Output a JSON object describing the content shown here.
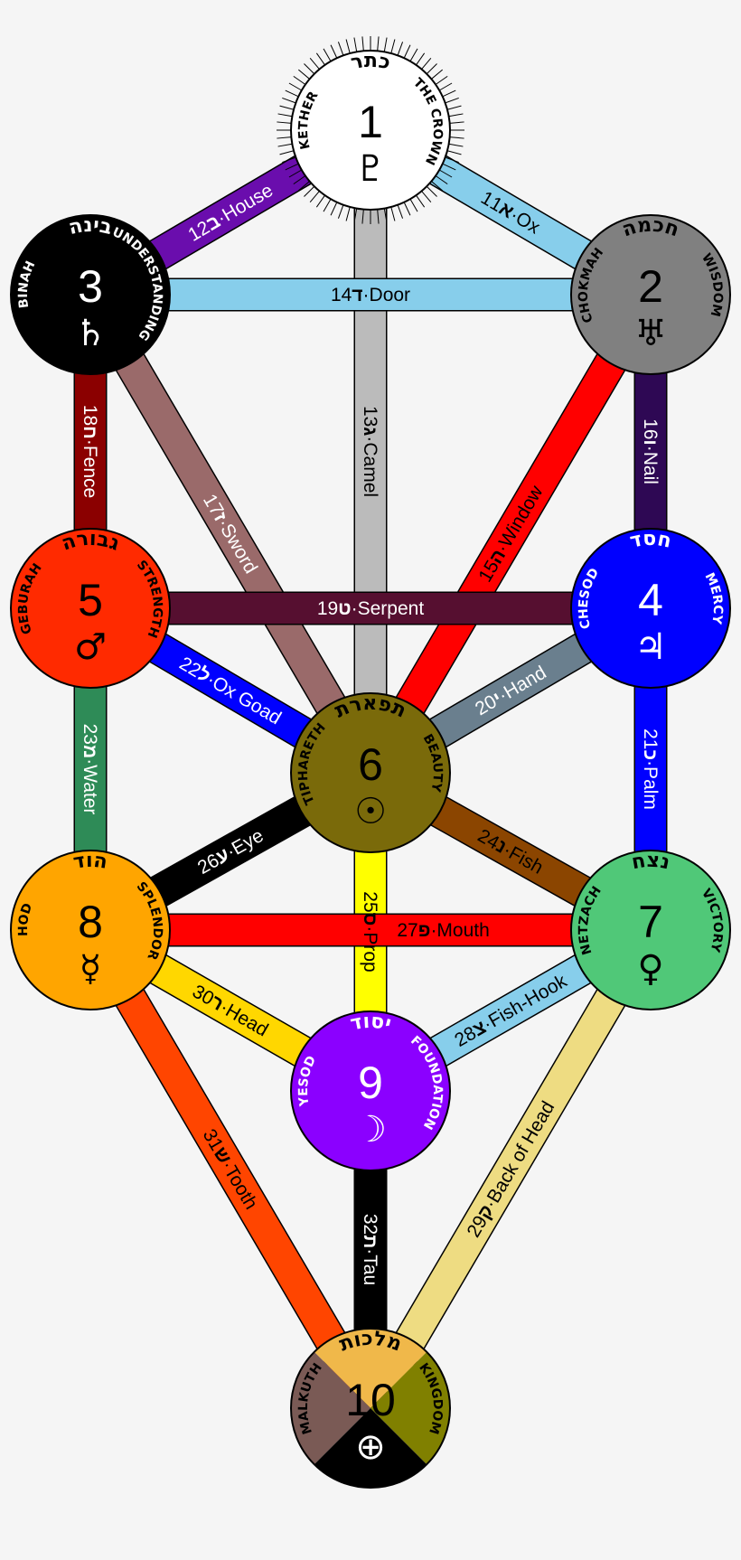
{
  "background": "#f5f5f5",
  "nodes": [
    {
      "number": "1",
      "name": "KETHER",
      "title": "THE CROWN",
      "hebrew": "כתר",
      "symbol": "♇",
      "color": "#ffffff",
      "text": "#000000",
      "rays": true
    },
    {
      "number": "2",
      "name": "CHOKMAH",
      "title": "WISDOM",
      "hebrew": "חכמה",
      "symbol": "♅",
      "color": "#808080",
      "text": "#000000"
    },
    {
      "number": "3",
      "name": "BINAH",
      "title": "UNDERSTANDING",
      "hebrew": "בינה",
      "symbol": "♄",
      "color": "#000000",
      "text": "#ffffff"
    },
    {
      "number": "4",
      "name": "CHESOD",
      "title": "MERCY",
      "hebrew": "חסד",
      "symbol": "♃",
      "color": "#0000ff",
      "text": "#ffffff"
    },
    {
      "number": "5",
      "name": "GEBURAH",
      "title": "STRENGTH",
      "hebrew": "גבורה",
      "symbol": "♂",
      "color": "#ff2a00",
      "text": "#000000"
    },
    {
      "number": "6",
      "name": "TIPHARETH",
      "title": "BEAUTY",
      "hebrew": "תפארת",
      "symbol": "☉",
      "color": "#7a6a0a",
      "text": "#000000"
    },
    {
      "number": "7",
      "name": "NETZACH",
      "title": "VICTORY",
      "hebrew": "נצח",
      "symbol": "♀",
      "color": "#50c878",
      "text": "#000000"
    },
    {
      "number": "8",
      "name": "HOD",
      "title": "SPLENDOR",
      "hebrew": "הוד",
      "symbol": "☿",
      "color": "#ffa500",
      "text": "#000000"
    },
    {
      "number": "9",
      "name": "YESOD",
      "title": "FOUNDATION",
      "hebrew": "יסוד",
      "symbol": "☽",
      "color": "#8b00ff",
      "text": "#ffffff"
    },
    {
      "number": "10",
      "name": "MALKUTH",
      "title": "KINGDOM",
      "hebrew": "מלכות",
      "symbol": "⊕",
      "quarters": {
        "top": "#f0b84a",
        "left": "#7a5a55",
        "right": "#808000",
        "bottom": "#000000"
      },
      "text": "#000000"
    }
  ],
  "paths": [
    {
      "number": "11",
      "letter": "א",
      "meaning": "Ox",
      "from": 1,
      "to": 2,
      "color": "#87ceeb",
      "text": "#000000"
    },
    {
      "number": "12",
      "letter": "ב",
      "meaning": "House",
      "from": 1,
      "to": 3,
      "color": "#6a0dad",
      "text": "#ffffff"
    },
    {
      "number": "13",
      "letter": "ג",
      "meaning": "Camel",
      "from": 1,
      "to": 6,
      "color": "#bbbbbb",
      "text": "#000000"
    },
    {
      "number": "14",
      "letter": "ד",
      "meaning": "Door",
      "from": 3,
      "to": 2,
      "color": "#87ceeb",
      "text": "#000000"
    },
    {
      "number": "15",
      "letter": "ה",
      "meaning": "Window",
      "from": 6,
      "to": 2,
      "color": "#ff0000",
      "text": "#000000"
    },
    {
      "number": "16",
      "letter": "ו",
      "meaning": "Nail",
      "from": 2,
      "to": 4,
      "color": "#2e0854",
      "text": "#ffffff"
    },
    {
      "number": "17",
      "letter": "ז",
      "meaning": "Sword",
      "from": 3,
      "to": 6,
      "color": "#9a6a6a",
      "text": "#ffffff"
    },
    {
      "number": "18",
      "letter": "ח",
      "meaning": "Fence",
      "from": 3,
      "to": 5,
      "color": "#8b0000",
      "text": "#ffffff"
    },
    {
      "number": "19",
      "letter": "ט",
      "meaning": "Serpent",
      "from": 5,
      "to": 4,
      "color": "#560f30",
      "text": "#ffffff"
    },
    {
      "number": "20",
      "letter": "י",
      "meaning": "Hand",
      "from": 6,
      "to": 4,
      "color": "#6a7f8e",
      "text": "#ffffff"
    },
    {
      "number": "21",
      "letter": "כ",
      "meaning": "Palm",
      "from": 4,
      "to": 7,
      "color": "#0000ff",
      "text": "#ffffff"
    },
    {
      "number": "22",
      "letter": "ל",
      "meaning": "Ox Goad",
      "from": 5,
      "to": 6,
      "color": "#0000ff",
      "text": "#ffffff"
    },
    {
      "number": "23",
      "letter": "מ",
      "meaning": "Water",
      "from": 5,
      "to": 8,
      "color": "#2e8b57",
      "text": "#ffffff"
    },
    {
      "number": "24",
      "letter": "נ",
      "meaning": "Fish",
      "from": 6,
      "to": 7,
      "color": "#8b4500",
      "text": "#000000"
    },
    {
      "number": "25",
      "letter": "ס",
      "meaning": "Prop",
      "from": 6,
      "to": 9,
      "color": "#ffff00",
      "text": "#000000"
    },
    {
      "number": "26",
      "letter": "ע",
      "meaning": "Eye",
      "from": 8,
      "to": 6,
      "color": "#000000",
      "text": "#ffffff"
    },
    {
      "number": "27",
      "letter": "פ",
      "meaning": "Mouth",
      "from": 8,
      "to": 7,
      "color": "#ff0000",
      "text": "#000000"
    },
    {
      "number": "28",
      "letter": "צ",
      "meaning": "Fish-Hook",
      "from": 9,
      "to": 7,
      "color": "#87ceeb",
      "text": "#000000"
    },
    {
      "number": "29",
      "letter": "ק",
      "meaning": "Back of Head",
      "from": 10,
      "to": 7,
      "color": "#eedc82",
      "text": "#000000"
    },
    {
      "number": "30",
      "letter": "ר",
      "meaning": "Head",
      "from": 8,
      "to": 9,
      "color": "#ffd700",
      "text": "#000000"
    },
    {
      "number": "31",
      "letter": "ש",
      "meaning": "Tooth",
      "from": 8,
      "to": 10,
      "color": "#ff4500",
      "text": "#000000"
    },
    {
      "number": "32",
      "letter": "ת",
      "meaning": "Tau",
      "from": 9,
      "to": 10,
      "color": "#000000",
      "text": "#ffffff"
    }
  ]
}
